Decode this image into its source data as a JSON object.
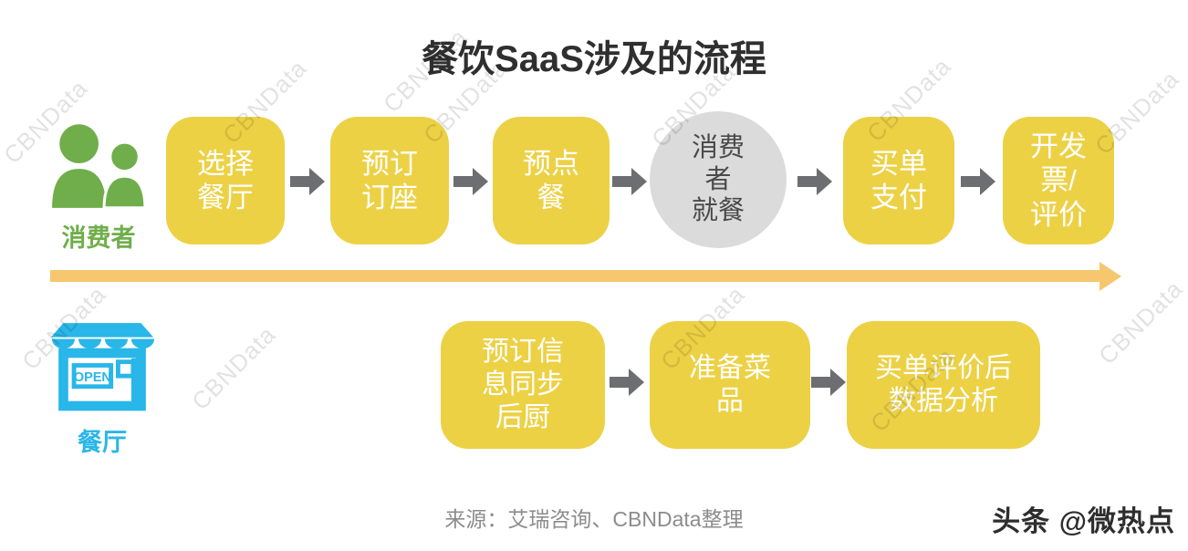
{
  "title": "餐饮SaaS涉及的流程",
  "watermark_text": "CBNData",
  "consumer_lane": {
    "label": "消费者",
    "steps": [
      {
        "type": "box",
        "label": "选择\n餐厅"
      },
      {
        "type": "box",
        "label": "预订\n订座"
      },
      {
        "type": "box",
        "label": "预点\n餐"
      },
      {
        "type": "circle",
        "label": "消费\n者\n就餐"
      },
      {
        "type": "box",
        "label": "买单\n支付"
      },
      {
        "type": "box",
        "label": "开发\n票/\n评价"
      }
    ]
  },
  "restaurant_lane": {
    "label": "餐厅",
    "sign": "OPEN",
    "steps": [
      {
        "type": "box",
        "label": "预订信\n息同步\n后厨"
      },
      {
        "type": "box",
        "label": "准备菜\n品"
      },
      {
        "type": "box",
        "label": "买单评价后\n数据分析"
      }
    ]
  },
  "footer": {
    "source": "来源：艾瑞咨询、CBNData整理",
    "credit": "头条 @微热点"
  },
  "colors": {
    "box_yellow": "#ECD145",
    "step_arrow_gray": "#6D6E71",
    "dining_circle_gray": "#DBDBDB",
    "lane_arrow_orange": "#F6C76E",
    "consumer_green": "#6FAE4A",
    "restaurant_blue": "#29B6E8"
  }
}
